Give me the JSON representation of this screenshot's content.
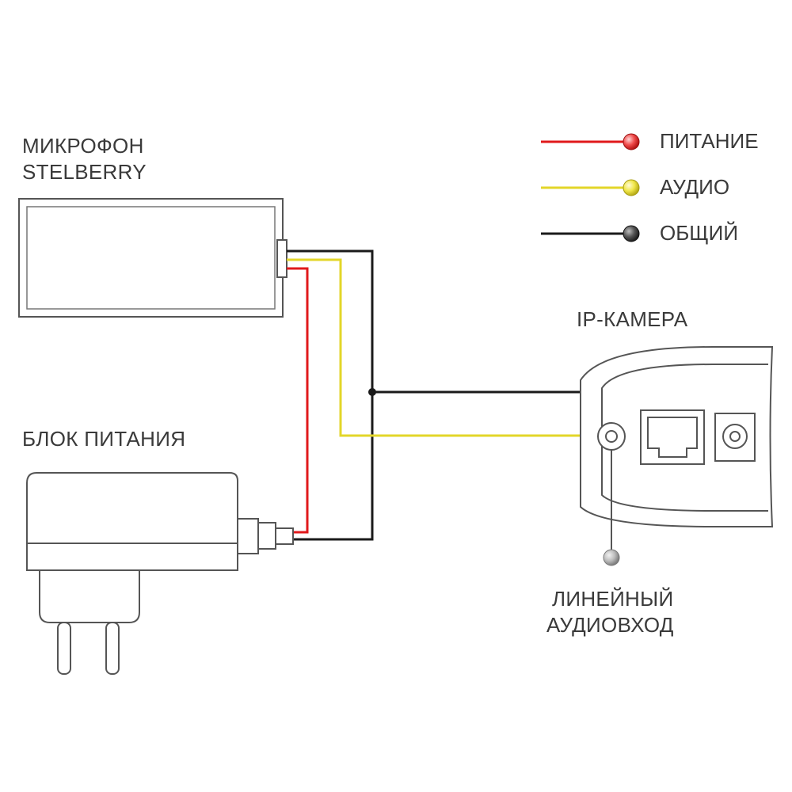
{
  "labels": {
    "microphone_line1": "МИКРОФОН",
    "microphone_line2": "STELBERRY",
    "power_supply": "БЛОК ПИТАНИЯ",
    "ip_camera": "IP-КАМЕРА",
    "line_input_line1": "ЛИНЕЙНЫЙ",
    "line_input_line2": "АУДИОВХОД"
  },
  "legend": [
    {
      "label": "ПИТАНИЕ",
      "color": "#e0191b"
    },
    {
      "label": "АУДИО",
      "color": "#e3d629"
    },
    {
      "label": "ОБЩИЙ",
      "color": "#1a1a1a"
    }
  ],
  "colors": {
    "power": "#e0191b",
    "audio": "#e3d629",
    "common": "#1a1a1a",
    "outline": "#555555"
  }
}
